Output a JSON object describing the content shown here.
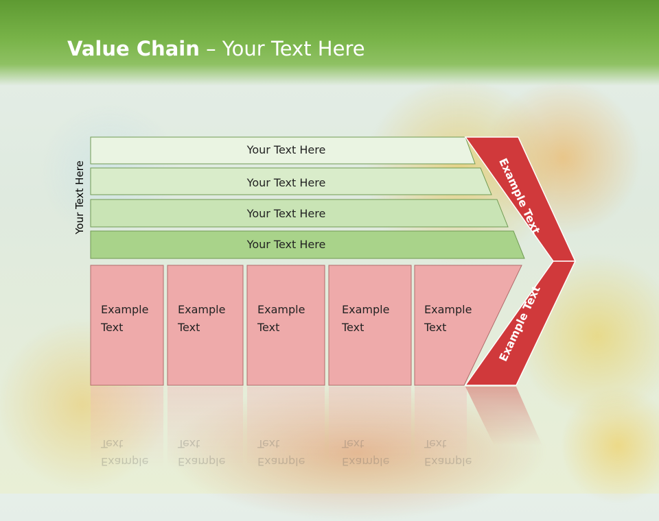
{
  "slide": {
    "title_bold": "Value Chain",
    "title_rest": " – Your Text Here",
    "side_label": "Your Text Here",
    "bands": [
      "Your Text Here",
      "Your Text Here",
      "Your Text Here",
      "Your Text Here"
    ],
    "activities": [
      {
        "line1": "Example",
        "line2": "Text"
      },
      {
        "line1": "Example",
        "line2": "Text"
      },
      {
        "line1": "Example",
        "line2": "Text"
      },
      {
        "line1": "Example",
        "line2": "Text"
      },
      {
        "line1": "Example",
        "line2": "Text"
      }
    ],
    "margin_upper": "Example Text",
    "margin_lower": "Example Text"
  },
  "colors": {
    "header_green": "#6aa83c",
    "band_light": "#eaf4e2",
    "band_mid": "#d6ebc7",
    "band_dark": "#a9d38a",
    "activity_pink": "#eeaaaa",
    "margin_red": "#d0393b"
  }
}
